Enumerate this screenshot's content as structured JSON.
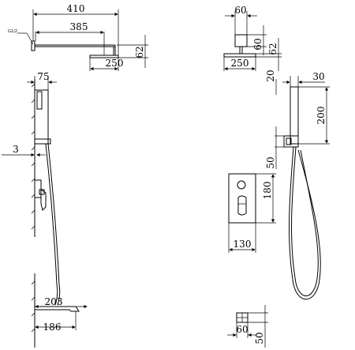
{
  "dimensions": {
    "shower_arm_total": "410",
    "shower_arm_length": "385",
    "thread_label": "G1/2",
    "arm_height": "62",
    "head_width_side": "250",
    "flange_width": "60",
    "flange_height": "60",
    "head_width_front": "250",
    "rail_gap": "20",
    "rail_depth": "30",
    "rail_height": "200",
    "elbow_offset": "50",
    "hand_width": "75",
    "wall_offset": "3",
    "valve_height": "180",
    "valve_width": "130",
    "spout_length": "203",
    "spout_projection": "186",
    "spout_plate_width": "60",
    "spout_plate_height": "50"
  }
}
